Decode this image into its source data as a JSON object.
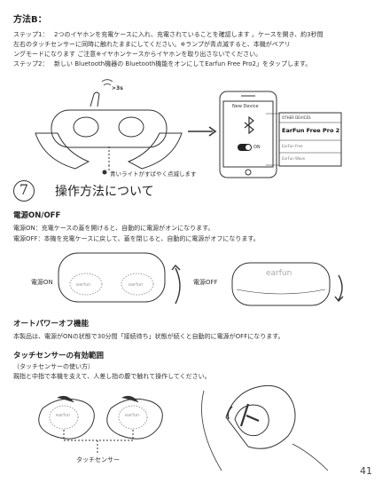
{
  "method_b": {
    "title": "方法B：",
    "step1_label": "ステップ1：",
    "step1_line1": "2つのイヤホンを充電ケースに入れ、充電されていることを確認します 。ケースを開き、約3秒間",
    "step1_line2": "左右のタッチセンサーに同時に触れたままにしてください。※ランプが青点滅すると、本機がペアリ",
    "step1_line3": "ングモードになります  ご注意※イヤホンケースからイヤホンを取り出さないでください。",
    "step2_label": "ステップ2：",
    "step2_line1": "新しい Bluetooth機器の Bluetooth機能をオンにしてEarfun Free Pro2」をタップします。"
  },
  "pairing_figure": {
    "hold_time": ">3s",
    "led_note": "青いライトがすばやく点滅します",
    "phone_header": "New Device",
    "list_header": "OTHER DEVICES",
    "device_name": "EarFun Free Pro 2",
    "device_other1": "EarFun Free",
    "device_other2": "EarFun Wave",
    "toggle_label": "ON"
  },
  "section7": {
    "number": "7",
    "title": "操作方法について"
  },
  "power": {
    "heading": "電源ON/OFF",
    "line1": "電源ON：充電ケースの蓋を開けると、自動的に電源がオンになります。",
    "line2": "電源OFF：本機を充電ケースに戻して、蓋を閉じると、自動的に電源がオフになります。",
    "label_on": "電源ON",
    "label_off": "電源OFF",
    "brand": "earfun"
  },
  "auto_off": {
    "heading": "オートパワーオフ機能",
    "line1": "本製品は、電源がONの状態で30分間「接続待ち」状態が続くと自動的に電源がOFFになります。"
  },
  "touch": {
    "heading": "タッチセンサーの有効範囲",
    "line1": "（タッチセンサーの使い方）",
    "line2": "親指と中指で本機を支えて、人差し指の腹で触れて操作してください。",
    "sensor_label": "タッチセンサー"
  },
  "page_number": "41"
}
